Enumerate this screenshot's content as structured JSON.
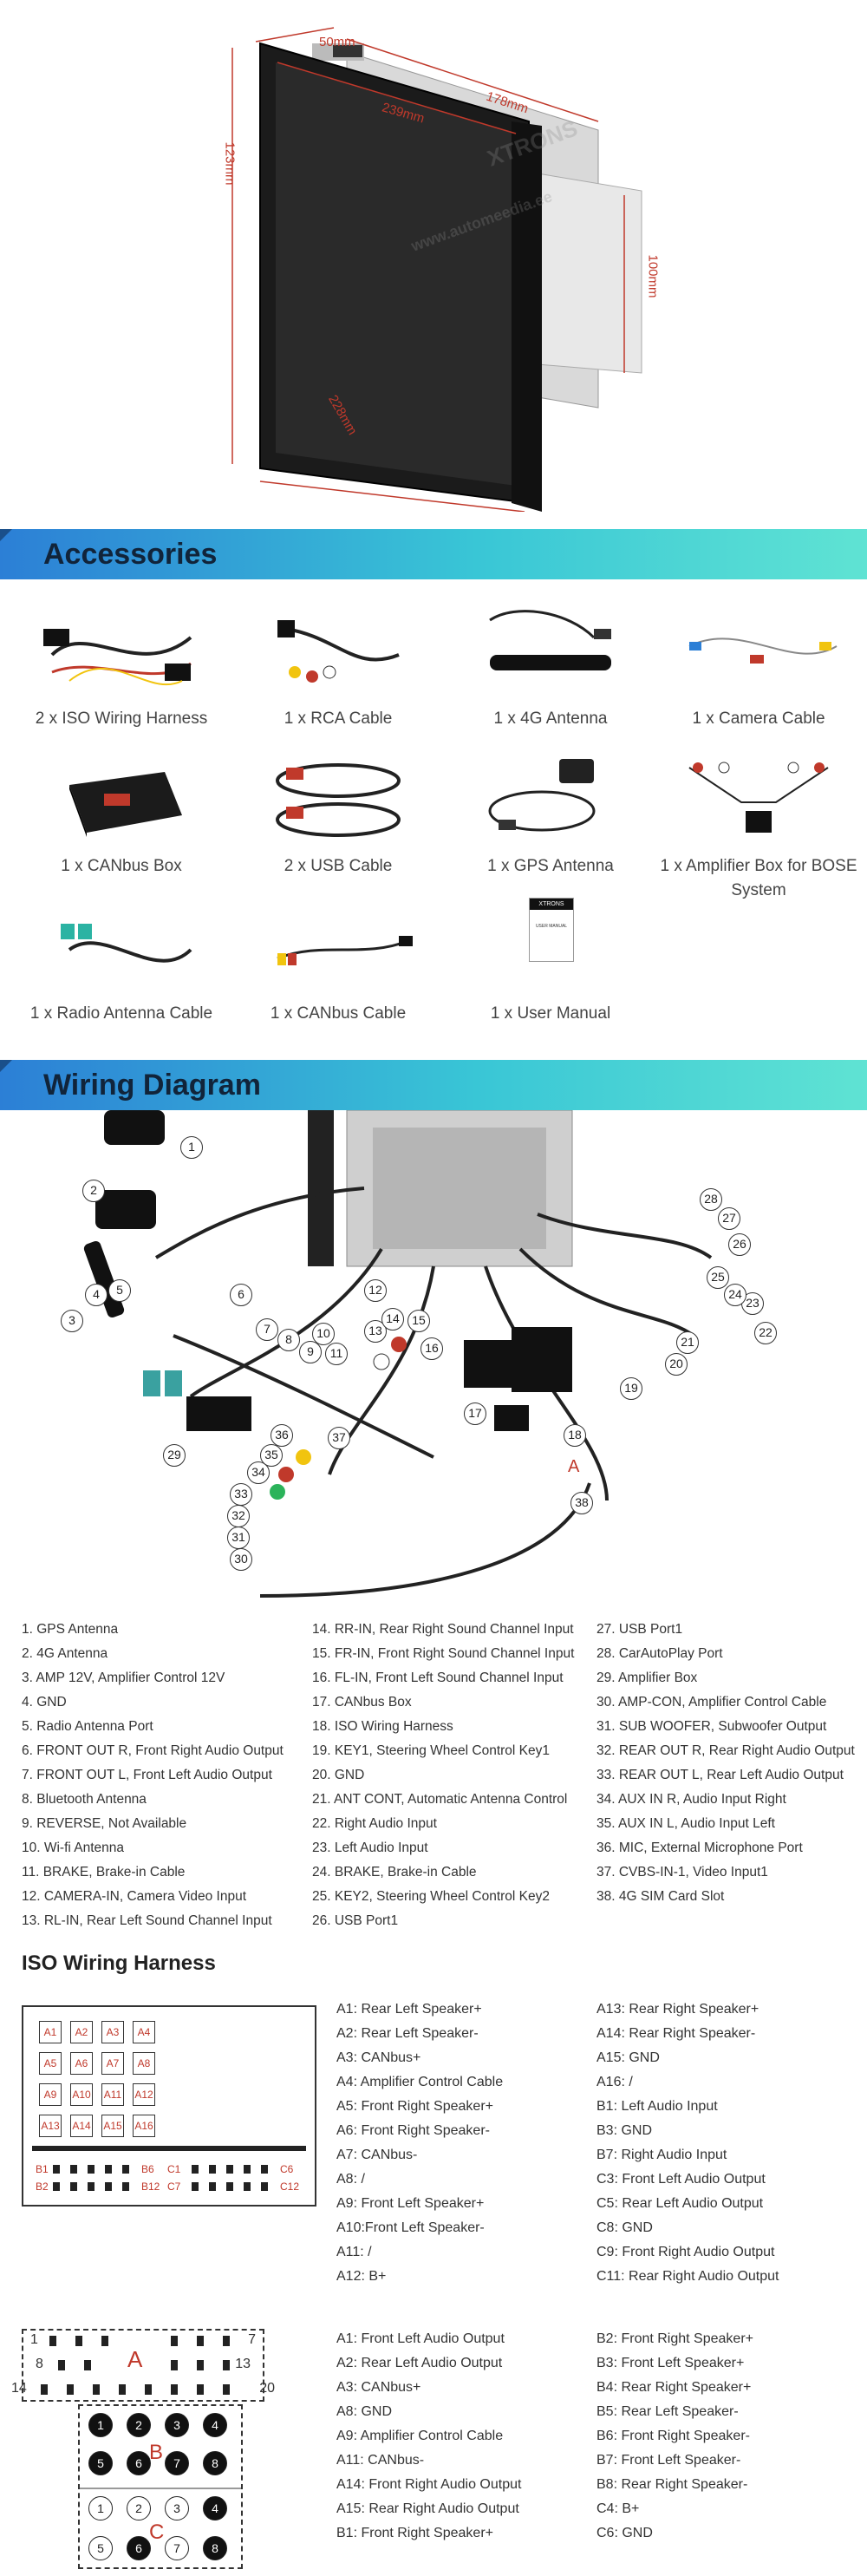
{
  "dimensions": {
    "width_top": "50mm",
    "width_front": "239mm",
    "depth": "178mm",
    "height_left": "123mm",
    "height_right": "100mm",
    "bottom": "228mm"
  },
  "watermark": "www.automeedia.ee",
  "brand": "XTRONS",
  "accessories": {
    "title": "Accessories",
    "items": [
      {
        "label": "2 x ISO Wiring Harness",
        "icon": "iso-harness-icon"
      },
      {
        "label": "1 x RCA Cable",
        "icon": "rca-cable-icon"
      },
      {
        "label": "1 x 4G Antenna",
        "icon": "4g-antenna-icon"
      },
      {
        "label": "1 x Camera Cable",
        "icon": "camera-cable-icon"
      },
      {
        "label": "1 x CANbus Box",
        "icon": "canbus-box-icon"
      },
      {
        "label": "2 x USB Cable",
        "icon": "usb-cable-icon"
      },
      {
        "label": "1 x GPS Antenna",
        "icon": "gps-antenna-icon"
      },
      {
        "label": "1 x Amplifier Box for BOSE System",
        "icon": "amplifier-box-icon"
      },
      {
        "label": "1 x Radio Antenna Cable",
        "icon": "radio-antenna-icon"
      },
      {
        "label": "1 x CANbus Cable",
        "icon": "canbus-cable-icon"
      },
      {
        "label": "1 x User Manual",
        "icon": "user-manual-icon"
      }
    ],
    "manual_cover_brand": "XTRONS",
    "manual_cover_text": "USER MANUAL"
  },
  "wiring": {
    "title": "Wiring Diagram",
    "callouts": [
      "1",
      "2",
      "3",
      "4",
      "5",
      "6",
      "7",
      "8",
      "9",
      "10",
      "11",
      "12",
      "13",
      "14",
      "15",
      "16",
      "17",
      "18",
      "19",
      "20",
      "21",
      "22",
      "23",
      "24",
      "25",
      "26",
      "27",
      "28",
      "29",
      "30",
      "31",
      "32",
      "33",
      "34",
      "35",
      "36",
      "37",
      "38"
    ],
    "connector_letter": "A",
    "legend_col1": [
      "1. GPS Antenna",
      "2. 4G Antenna",
      "3. AMP 12V, Amplifier Control 12V",
      "4. GND",
      "5. Radio Antenna Port",
      "6. FRONT OUT R, Front Right Audio Output",
      "7. FRONT OUT L, Front Left Audio Output",
      "8. Bluetooth Antenna",
      "9. REVERSE, Not Available",
      "10. Wi-fi Antenna",
      "11. BRAKE, Brake-in Cable",
      "12. CAMERA-IN, Camera Video Input",
      "13. RL-IN, Rear Left Sound Channel Input"
    ],
    "legend_col2": [
      "14. RR-IN, Rear Right Sound Channel Input",
      "15. FR-IN, Front Right Sound Channel Input",
      "16. FL-IN, Front Left Sound Channel Input",
      "17. CANbus Box",
      "18. ISO Wiring Harness",
      "19. KEY1, Steering Wheel Control Key1",
      "20. GND",
      "21. ANT CONT, Automatic Antenna Control",
      "22. Right Audio Input",
      "23. Left Audio Input",
      "24. BRAKE, Brake-in Cable",
      "25. KEY2, Steering Wheel Control Key2",
      "26. USB Port1"
    ],
    "legend_col3": [
      "27. USB Port1",
      "28. CarAutoPlay Port",
      "29. Amplifier Box",
      "30. AMP-CON, Amplifier Control Cable",
      "31. SUB WOOFER, Subwoofer Output",
      "32. REAR OUT R, Rear Right Audio Output",
      "33. REAR OUT L, Rear Left Audio Output",
      "34. AUX IN R, Audio Input Right",
      "35. AUX IN L, Audio Input Left",
      "36. MIC, External Microphone Port",
      "37. CVBS-IN-1, Video Input1",
      "38. 4G SIM Card Slot"
    ]
  },
  "iso": {
    "title": "ISO Wiring Harness",
    "pins_a": [
      "A1",
      "A2",
      "A3",
      "A4",
      "A5",
      "A6",
      "A7",
      "A8",
      "A9",
      "A10",
      "A11",
      "A12",
      "A13",
      "A14",
      "A15",
      "A16"
    ],
    "pins_b": [
      "B1",
      "B2",
      "B6",
      "B12",
      "C1",
      "C6",
      "C7",
      "C12"
    ],
    "list1_col1": [
      "A1: Rear Left Speaker+",
      "A2: Rear Left Speaker-",
      "A3: CANbus+",
      "A4: Amplifier Control Cable",
      "A5: Front Right Speaker+",
      "A6: Front Right Speaker-",
      "A7: CANbus-",
      "A8: /",
      "A9: Front Left Speaker+",
      "A10:Front Left Speaker-",
      "A11: /",
      "A12: B+"
    ],
    "list1_col2": [
      "A13: Rear Right Speaker+",
      "A14: Rear Right Speaker-",
      "A15: GND",
      "A16: /",
      "B1: Left Audio Input",
      "B3: GND",
      "B7: Right Audio Input",
      "C3: Front Left Audio Output",
      "C5: Rear Left Audio Output",
      "C8: GND",
      "C9: Front Right Audio Output",
      "C11: Rear Right Audio Output"
    ]
  },
  "connector2": {
    "edge_numbers": [
      "1",
      "7",
      "8",
      "13",
      "14",
      "20"
    ],
    "letter_a": "A",
    "letter_b": "B",
    "letter_c": "C",
    "b_pins": [
      "1",
      "2",
      "3",
      "4",
      "5",
      "6",
      "7",
      "8"
    ],
    "c_pins": [
      "1",
      "2",
      "3",
      "4",
      "5",
      "6",
      "7",
      "8"
    ],
    "list_col1": [
      "A1: Front Left Audio Output",
      "A2: Rear Left Audio Output",
      "A3: CANbus+",
      "A8: GND",
      "A9: Amplifier Control Cable",
      "A11: CANbus-",
      "A14: Front Right Audio Output",
      "A15: Rear Right Audio Output",
      "B1: Front Right Speaker+"
    ],
    "list_col2": [
      "B2: Front Right Speaker+",
      "B3: Front Left Speaker+",
      "B4: Rear Right Speaker+",
      "B5: Rear Left Speaker-",
      "B6: Front Right Speaker-",
      "B7: Front Left Speaker-",
      "B8: Rear Right Speaker-",
      "C4: B+",
      "C6: GND"
    ]
  },
  "colors": {
    "banner_start": "#2c7fd6",
    "banner_end": "#5fe3d3",
    "dimension_red": "#c0392b",
    "pin_red": "#c0392b"
  }
}
